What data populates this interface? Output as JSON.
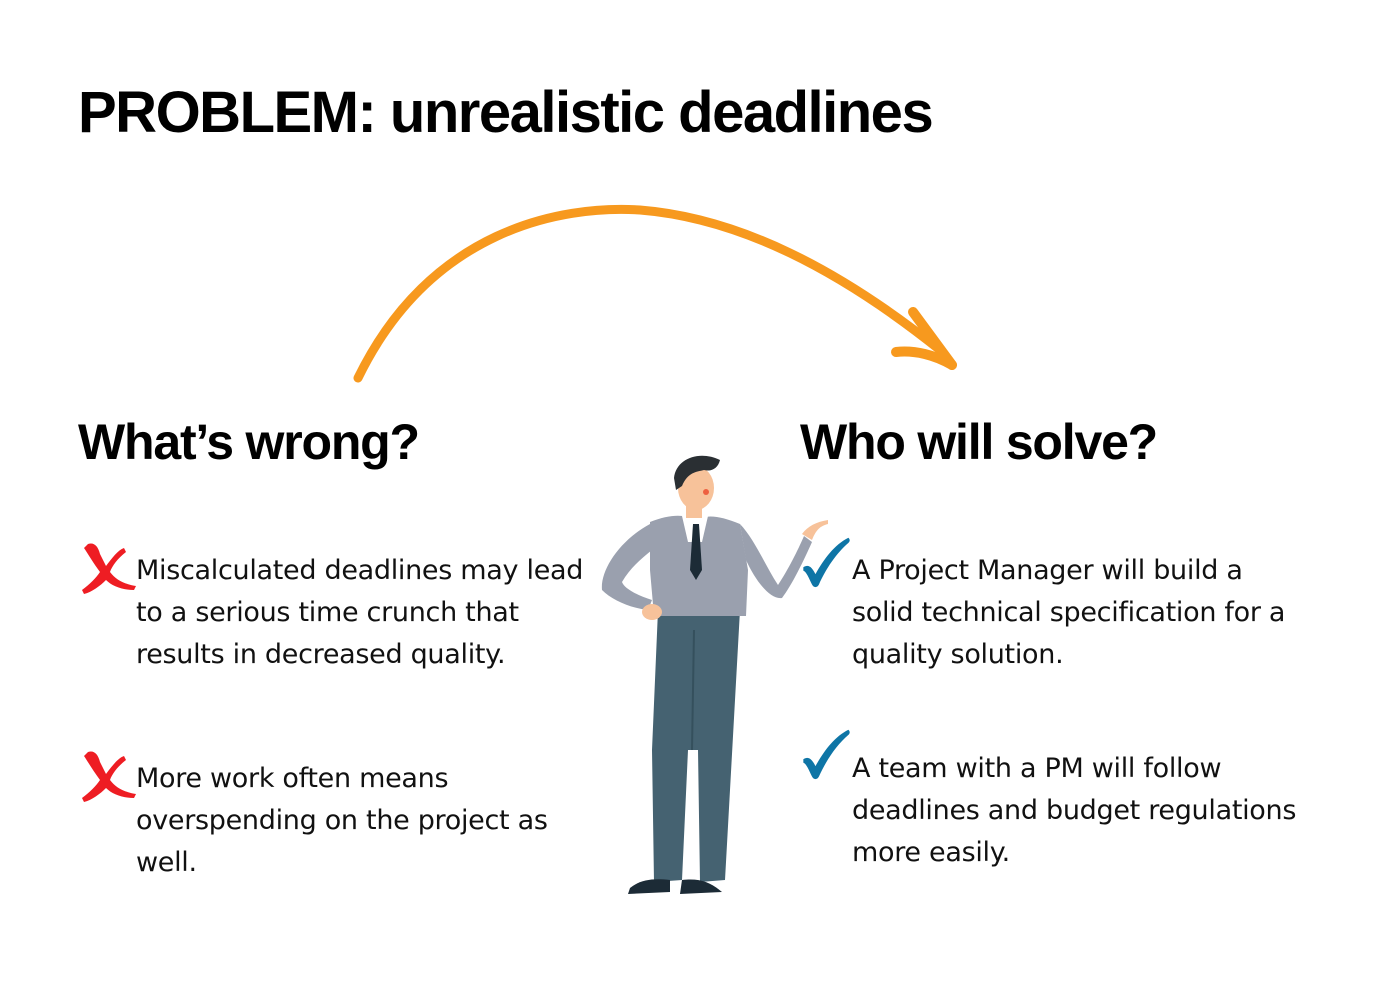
{
  "title": "PROBLEM: unrealistic deadlines",
  "colors": {
    "arrow": "#F7991E",
    "cross": "#EE1D23",
    "check": "#0E75A6",
    "text": "#000000",
    "jacket": "#9AA0AE",
    "pants": "#456271"
  },
  "left": {
    "heading": "What’s wrong?",
    "icon": "cross-icon",
    "items": [
      {
        "lines": [
          "Miscalculated deadlines may lead",
          "to a serious time crunch that",
          "results in decreased quality."
        ]
      },
      {
        "lines": [
          "More work often means",
          "overspending on the project as",
          "well."
        ]
      }
    ]
  },
  "right": {
    "heading": "Who will solve?",
    "icon": "checkmark-icon",
    "items": [
      {
        "lines": [
          "A Project Manager will build a",
          "solid technical specification for a",
          "quality solution."
        ]
      },
      {
        "lines": [
          "A team with a PM will follow",
          "deadlines and budget regulations",
          "more easily."
        ]
      }
    ]
  },
  "illustration": {
    "figure": "businessman-pointing-illustration",
    "arrow": "curved-arrow-icon"
  }
}
